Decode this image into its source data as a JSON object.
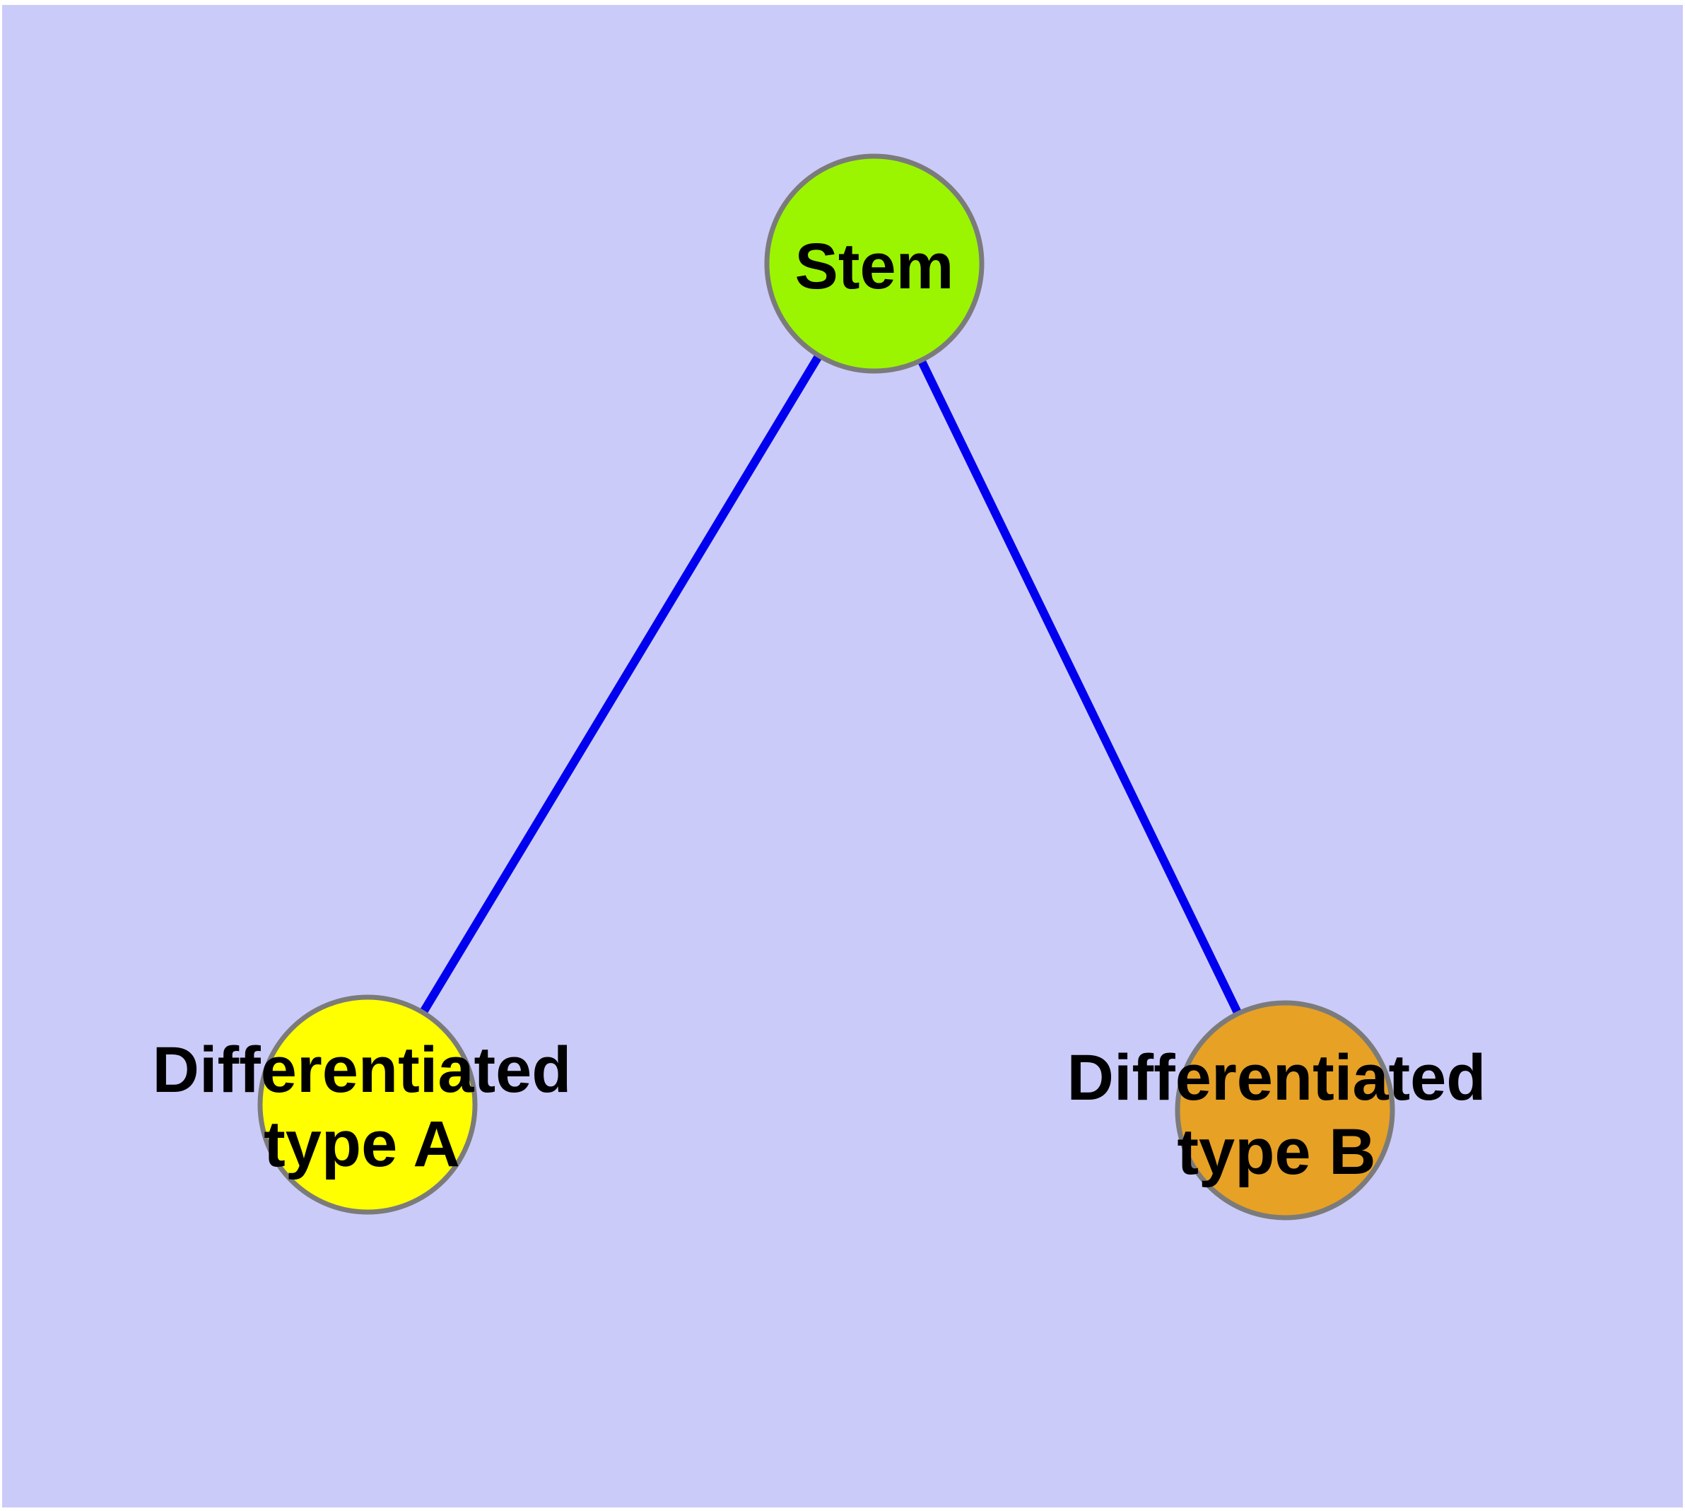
{
  "diagram": {
    "margin_color": "#FFFFFF",
    "background_color": "#CBCBF9",
    "edge_color": "#0000EE",
    "node_border_color": "#7B7B7B",
    "label_color": "#000000",
    "nodes": [
      {
        "id": "stem",
        "fill": "#9BF500",
        "lines": [
          "Stem"
        ]
      },
      {
        "id": "type-a",
        "fill": "#FFFF00",
        "lines": [
          "Differentiated",
          "type A"
        ]
      },
      {
        "id": "type-b",
        "fill": "#E7A125",
        "lines": [
          "Differentiated",
          "type B"
        ]
      }
    ],
    "edges": [
      {
        "from": "stem",
        "to": "type-a"
      },
      {
        "from": "stem",
        "to": "type-b"
      }
    ]
  }
}
